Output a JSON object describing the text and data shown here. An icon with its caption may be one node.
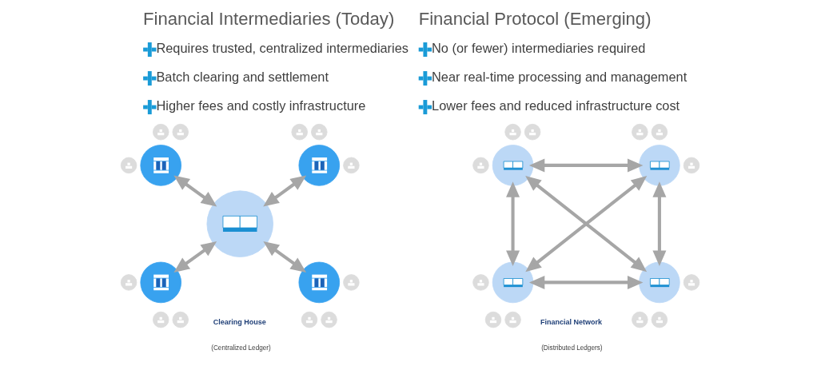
{
  "diagram": {
    "nodes": [
      {
        "text": [],
        "shape": "person"
      },
      {
        "text": [],
        "shape": "person"
      },
      {
        "text": [],
        "shape": "person"
      },
      {
        "text": [],
        "shape": "circle"
      },
      {
        "text": [],
        "shape": "person"
      },
      {
        "text": [],
        "shape": "person"
      },
      {
        "text": [],
        "shape": "person"
      },
      {
        "text": [],
        "shape": "circle"
      },
      {
        "text": [],
        "shape": "circle"
      },
      {
        "text": [],
        "shape": "circle"
      },
      {
        "text": [],
        "shape": "person"
      },
      {
        "text": [],
        "shape": "person"
      },
      {
        "text": [],
        "shape": "person"
      },
      {
        "text": [],
        "shape": "circle"
      },
      {
        "text": [],
        "shape": "person"
      },
      {
        "text": [],
        "shape": "person"
      },
      {
        "text": [],
        "shape": "person"
      },
      {
        "text": [],
        "shape": "person"
      },
      {
        "text": [],
        "shape": "person"
      },
      {
        "text": [],
        "shape": "person"
      },
      {
        "text": [],
        "shape": "circle"
      },
      {
        "text": [],
        "shape": "person"
      },
      {
        "text": [],
        "shape": "person"
      },
      {
        "text": [],
        "shape": "person"
      },
      {
        "text": [],
        "shape": "circle"
      },
      {
        "text": [],
        "shape": "circle"
      },
      {
        "text": [],
        "shape": "person"
      },
      {
        "text": [],
        "shape": "person"
      },
      {
        "text": [],
        "shape": "person"
      },
      {
        "text": [],
        "shape": "circle"
      },
      {
        "text": [],
        "shape": "person"
      },
      {
        "text": [],
        "shape": "person"
      },
      {
        "text": [],
        "shape": "person"
      }
    ],
    "edges": [
      {
        "from": 3,
        "to": 8,
        "arrow": "both"
      },
      {
        "from": 7,
        "to": 8,
        "arrow": "both"
      },
      {
        "from": 8,
        "to": 9,
        "arrow": "both"
      },
      {
        "from": 8,
        "to": 13,
        "arrow": "both"
      },
      {
        "from": 20,
        "to": 24,
        "arrow": "both"
      },
      {
        "from": 20,
        "to": 25,
        "arrow": "both"
      },
      {
        "from": 20,
        "to": 29,
        "arrow": "both"
      },
      {
        "from": 24,
        "to": 25,
        "arrow": "both"
      },
      {
        "from": 24,
        "to": 29,
        "arrow": "both"
      },
      {
        "from": 25,
        "to": 29,
        "arrow": "both"
      }
    ],
    "labels": [
      "Financial Intermediaries (Today)",
      "Requires trusted, centralized intermediaries",
      "Batch clearing and settlement",
      "Higher fees and costly infrastructure",
      "Financial Protocol (Emerging)",
      "No (or fewer) intermediaries required",
      "Near real-time processing and management",
      "Lower fees and reduced infrastructure cost",
      "Clearing House",
      "(Centralized Ledger)",
      "Financial Network",
      "(Distributed Ledgers)"
    ]
  }
}
